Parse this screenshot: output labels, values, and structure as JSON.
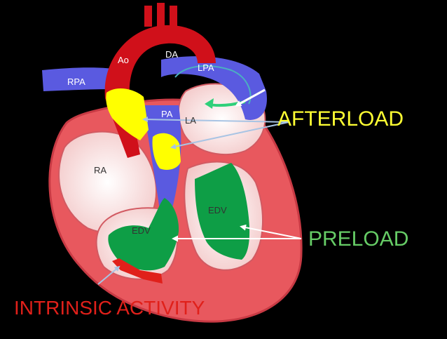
{
  "labels": {
    "ao": "Ao",
    "da": "DA",
    "lpa": "LPA",
    "rpa": "RPA",
    "pa": "PA",
    "la": "LA",
    "ra": "RA",
    "edv_left": "EDV",
    "edv_right": "EDV"
  },
  "captions": {
    "afterload": "AFTERLOAD",
    "preload": "PRELOAD",
    "intrinsic": "INTRINSIC ACTIVITY"
  },
  "colors": {
    "background": "#000000",
    "afterload": "#ffff33",
    "preload": "#66cc66",
    "intrinsic": "#e0201a",
    "aorta": "#d0101a",
    "pulmonary": "#5a5ae0",
    "muscle": "#e8585e",
    "chamber": "#f6d2d2",
    "edv_fill": "#0e9e46",
    "valve": "#ffff00",
    "arrow": "#a8c4e4"
  }
}
